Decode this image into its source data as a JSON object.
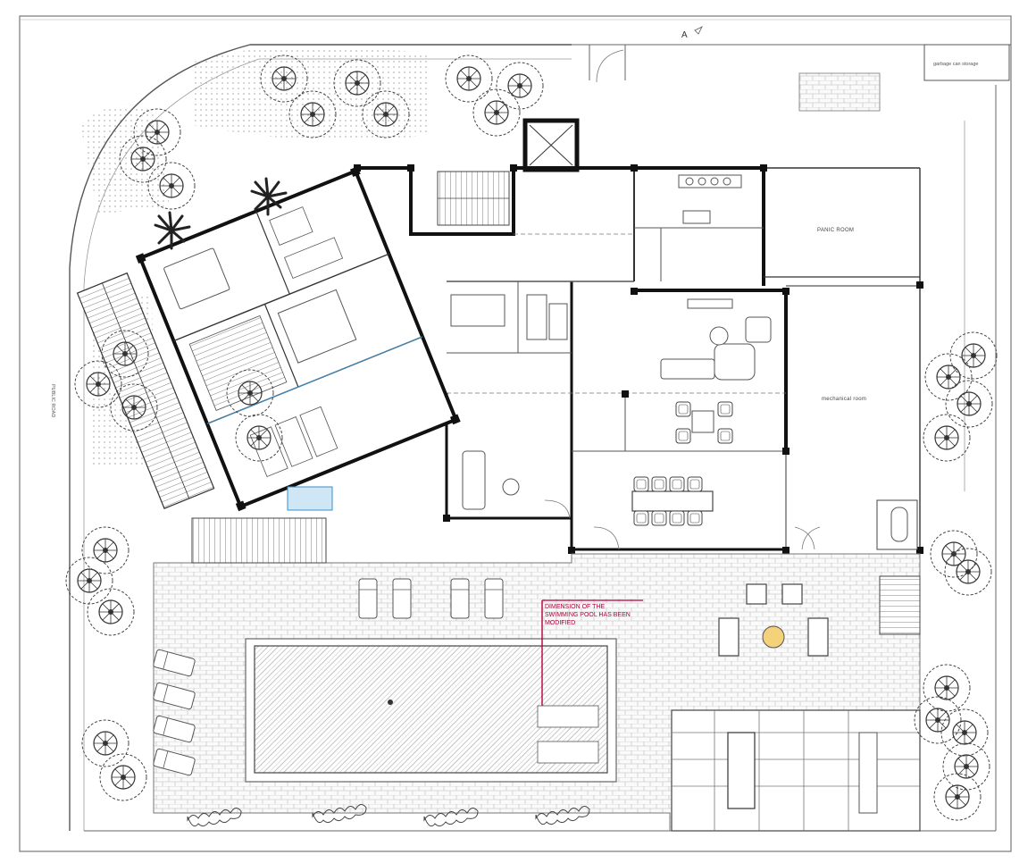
{
  "plan": {
    "labels": {
      "garbage": "garbage can storage",
      "panic_room": "PANIC ROOM",
      "mechanical": "mechanical room",
      "public_road": "PUBLIC ROAD",
      "north_mark": "A"
    },
    "note": {
      "line1": "DIMENSION OF THE",
      "line2": "SWIMMING POOL HAS BEEN",
      "line3": "MODIFIED"
    },
    "colors": {
      "wall": "#111111",
      "line": "#555555",
      "note": "#b0003a",
      "water": "#cfe6f5",
      "paving": "#e9e9e9"
    }
  }
}
